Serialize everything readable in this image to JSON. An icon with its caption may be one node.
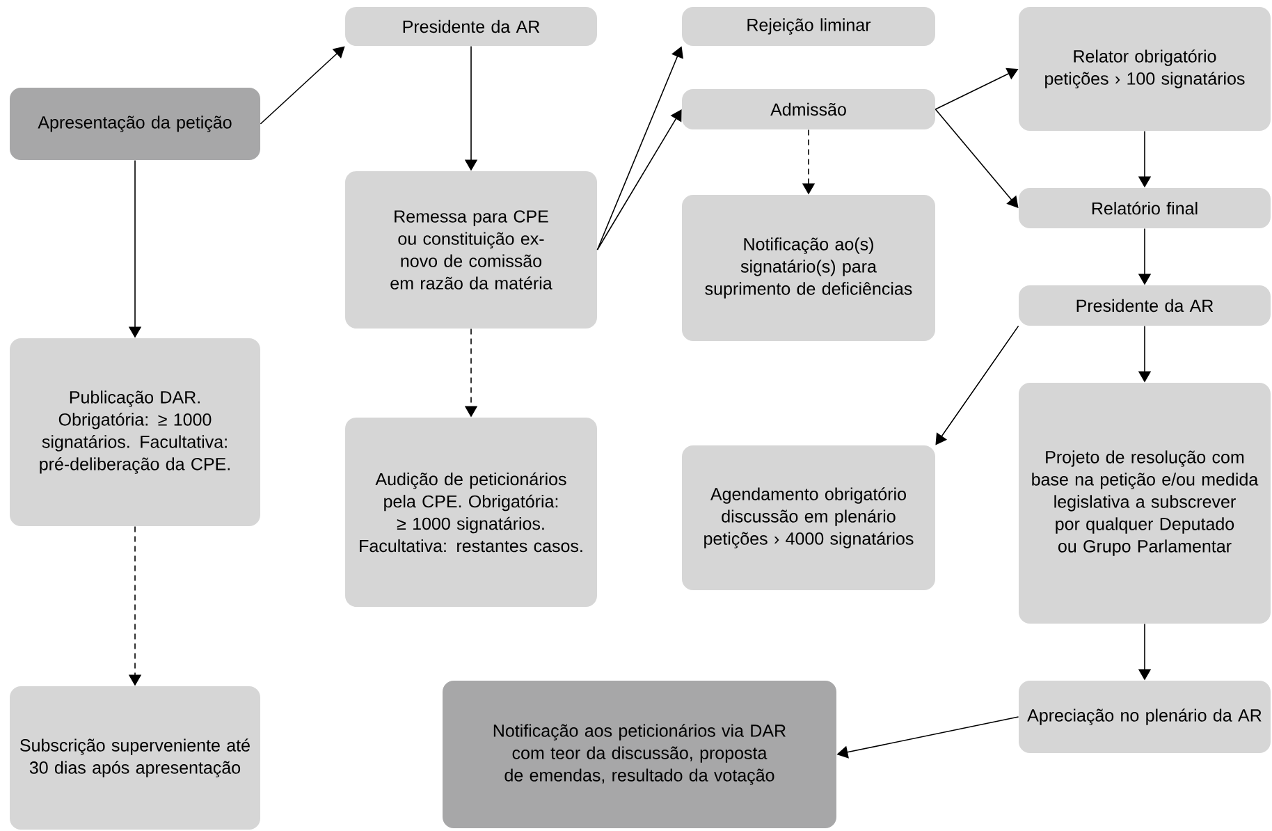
{
  "diagram": {
    "nodes": [
      {
        "text": [
          "Apresentação da petição"
        ]
      },
      {
        "text": [
          "Presidente da AR"
        ]
      },
      {
        "text": [
          "Remessa para CPE ou constituição ex-novo de comissão em razão da matéria"
        ]
      },
      {
        "text": [
          "Rejeição liminar"
        ]
      },
      {
        "text": [
          "Admissão"
        ]
      },
      {
        "text": [
          "Notificação ao(s) signatário(s) para suprimento de deficiências"
        ]
      },
      {
        "text": [
          "Relator obrigatório petições › 100 signatários"
        ]
      },
      {
        "text": [
          "Relatório final"
        ]
      },
      {
        "text": [
          "Presidente da AR"
        ]
      },
      {
        "text": [
          "Publicação DAR. Obrigatória: ≥ 1000 signatários. Facultativa: pré-deliberação da CPE."
        ]
      },
      {
        "text": [
          "Audição de peticionários pela CPE. Obrigatória: ≥ 1000 signatários. Facultativa: restantes casos."
        ]
      },
      {
        "text": [
          "Agendamento obrigatório discussão em plenário petições › 4000 signatários"
        ]
      },
      {
        "text": [
          "Projeto de resolução com base na petição e/ou medida legislativa a subscrever por qualquer Deputado ou Grupo Parlamentar"
        ]
      },
      {
        "text": [
          "Subscrição superveniente até 30 dias após apresentação"
        ]
      },
      {
        "text": [
          "Notificação aos peticionários via DAR com teor da discussão, proposta de emendas, resultado da votação"
        ]
      },
      {
        "text": [
          "Apreciação no plenário da AR"
        ]
      }
    ],
    "edges": [
      {
        "from": 0,
        "to": 1,
        "arrow": "to"
      },
      {
        "from": 1,
        "to": 2,
        "arrow": "to"
      },
      {
        "from": 2,
        "to": 3,
        "arrow": "to"
      },
      {
        "from": 2,
        "to": 4,
        "arrow": "to"
      },
      {
        "from": 4,
        "to": 6,
        "arrow": "to"
      },
      {
        "from": 4,
        "to": 7,
        "arrow": "to"
      },
      {
        "from": 4,
        "to": 5,
        "arrow": "to",
        "style": "dashed"
      },
      {
        "from": 6,
        "to": 7,
        "arrow": "to"
      },
      {
        "from": 7,
        "to": 8,
        "arrow": "to"
      },
      {
        "from": 8,
        "to": 11,
        "arrow": "to"
      },
      {
        "from": 8,
        "to": 12,
        "arrow": "to"
      },
      {
        "from": 12,
        "to": 15,
        "arrow": "to"
      },
      {
        "from": 15,
        "to": 14,
        "arrow": "to"
      },
      {
        "from": 0,
        "to": 9,
        "arrow": "to"
      },
      {
        "from": 9,
        "to": 13,
        "arrow": "to",
        "style": "dashed"
      },
      {
        "from": 2,
        "to": 10,
        "arrow": "to",
        "style": "dashed"
      }
    ]
  }
}
